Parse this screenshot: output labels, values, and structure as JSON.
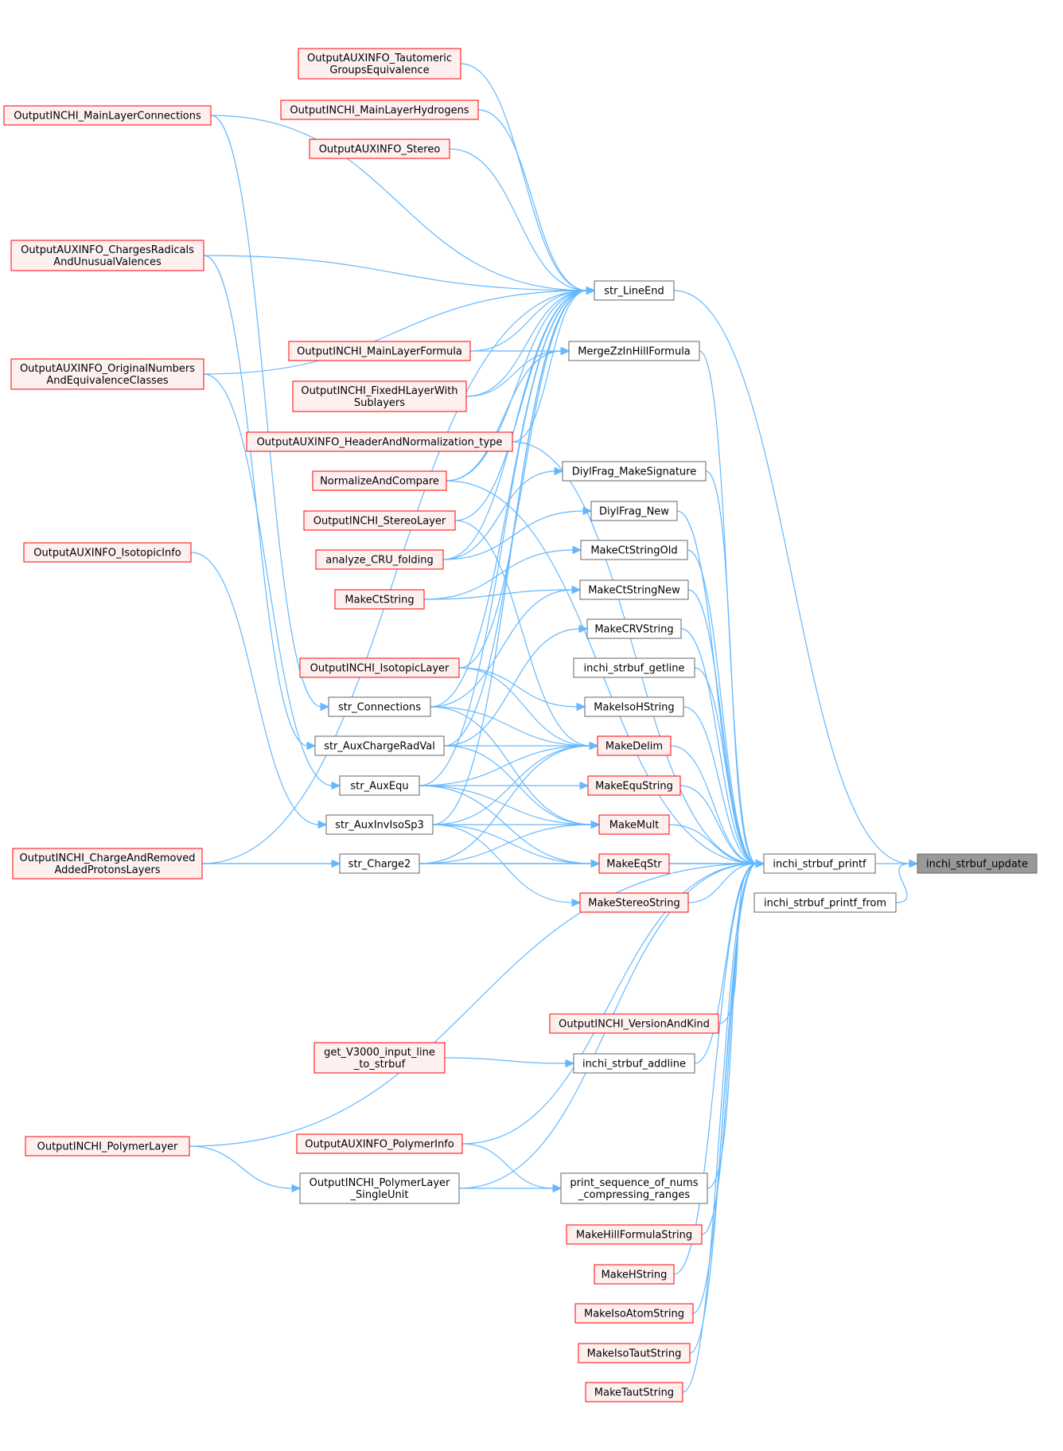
{
  "colors": {
    "edge": "#63b8ff",
    "node_default_stroke": "#666666",
    "node_default_fill": "#ffffff",
    "node_red_stroke": "#ff0000",
    "node_red_fill": "#fff0f0",
    "node_focus_fill": "#999999",
    "node_focus_stroke": "#666666"
  },
  "nodes": {
    "inchi_strbuf_update": {
      "lines": [
        "inchi_strbuf_update"
      ],
      "style": "focus"
    },
    "inchi_strbuf_printf": {
      "lines": [
        "inchi_strbuf_printf"
      ],
      "style": "default"
    },
    "inchi_strbuf_printf_from": {
      "lines": [
        "inchi_strbuf_printf_from"
      ],
      "style": "default"
    },
    "str_LineEnd": {
      "lines": [
        "str_LineEnd"
      ],
      "style": "default"
    },
    "MergeZzInHillFormula": {
      "lines": [
        "MergeZzInHillFormula"
      ],
      "style": "default"
    },
    "DiylFrag_MakeSignature": {
      "lines": [
        "DiylFrag_MakeSignature"
      ],
      "style": "default"
    },
    "DiylFrag_New": {
      "lines": [
        "DiylFrag_New"
      ],
      "style": "default"
    },
    "MakeCtStringOld": {
      "lines": [
        "MakeCtStringOld"
      ],
      "style": "default"
    },
    "MakeCtStringNew": {
      "lines": [
        "MakeCtStringNew"
      ],
      "style": "default"
    },
    "MakeCRVString": {
      "lines": [
        "MakeCRVString"
      ],
      "style": "default"
    },
    "inchi_strbuf_getline": {
      "lines": [
        "inchi_strbuf_getline"
      ],
      "style": "default"
    },
    "MakeIsoHString": {
      "lines": [
        "MakeIsoHString"
      ],
      "style": "default"
    },
    "MakeDelim": {
      "lines": [
        "MakeDelim"
      ],
      "style": "red"
    },
    "MakeEquString": {
      "lines": [
        "MakeEquString"
      ],
      "style": "red"
    },
    "MakeMult": {
      "lines": [
        "MakeMult"
      ],
      "style": "red"
    },
    "MakeEqStr": {
      "lines": [
        "MakeEqStr"
      ],
      "style": "red"
    },
    "MakeStereoString": {
      "lines": [
        "MakeStereoString"
      ],
      "style": "red"
    },
    "OutputINCHI_VersionAndKind": {
      "lines": [
        "OutputINCHI_VersionAndKind"
      ],
      "style": "red"
    },
    "inchi_strbuf_addline": {
      "lines": [
        "inchi_strbuf_addline"
      ],
      "style": "default"
    },
    "print_sequence": {
      "lines": [
        "print_sequence_of_nums",
        "_compressing_ranges"
      ],
      "style": "default"
    },
    "MakeHillFormulaString": {
      "lines": [
        "MakeHillFormulaString"
      ],
      "style": "red"
    },
    "MakeHString": {
      "lines": [
        "MakeHString"
      ],
      "style": "red"
    },
    "MakeIsoAtomString": {
      "lines": [
        "MakeIsoAtomString"
      ],
      "style": "red"
    },
    "MakeIsoTautString": {
      "lines": [
        "MakeIsoTautString"
      ],
      "style": "red"
    },
    "MakeTautString": {
      "lines": [
        "MakeTautString"
      ],
      "style": "red"
    },
    "OutputAUXINFO_TautomericGroupsEquivalence": {
      "lines": [
        "OutputAUXINFO_Tautomeric",
        "GroupsEquivalence"
      ],
      "style": "red"
    },
    "OutputINCHI_MainLayerHydrogens": {
      "lines": [
        "OutputINCHI_MainLayerHydrogens"
      ],
      "style": "red"
    },
    "OutputAUXINFO_Stereo": {
      "lines": [
        "OutputAUXINFO_Stereo"
      ],
      "style": "red"
    },
    "OutputINCHI_MainLayerFormula": {
      "lines": [
        "OutputINCHI_MainLayerFormula"
      ],
      "style": "red"
    },
    "OutputINCHI_FixedHLayerWithSublayers": {
      "lines": [
        "OutputINCHI_FixedHLayerWith",
        "Sublayers"
      ],
      "style": "red"
    },
    "OutputAUXINFO_HeaderAndNormalization_type": {
      "lines": [
        "OutputAUXINFO_HeaderAndNormalization_type"
      ],
      "style": "red"
    },
    "NormalizeAndCompare": {
      "lines": [
        "NormalizeAndCompare"
      ],
      "style": "red"
    },
    "OutputINCHI_StereoLayer": {
      "lines": [
        "OutputINCHI_StereoLayer"
      ],
      "style": "red"
    },
    "analyze_CRU_folding": {
      "lines": [
        "analyze_CRU_folding"
      ],
      "style": "red"
    },
    "MakeCtString": {
      "lines": [
        "MakeCtString"
      ],
      "style": "red"
    },
    "OutputINCHI_IsotopicLayer": {
      "lines": [
        "OutputINCHI_IsotopicLayer"
      ],
      "style": "red"
    },
    "str_Connections": {
      "lines": [
        "str_Connections"
      ],
      "style": "default"
    },
    "str_AuxChargeRadVal": {
      "lines": [
        "str_AuxChargeRadVal"
      ],
      "style": "default"
    },
    "str_AuxEqu": {
      "lines": [
        "str_AuxEqu"
      ],
      "style": "default"
    },
    "str_AuxInvIsoSp3": {
      "lines": [
        "str_AuxInvIsoSp3"
      ],
      "style": "default"
    },
    "str_Charge2": {
      "lines": [
        "str_Charge2"
      ],
      "style": "default"
    },
    "get_V3000_input_line_to_strbuf": {
      "lines": [
        "get_V3000_input_line",
        "_to_strbuf"
      ],
      "style": "red"
    },
    "OutputAUXINFO_PolymerInfo": {
      "lines": [
        "OutputAUXINFO_PolymerInfo"
      ],
      "style": "red"
    },
    "OutputINCHI_PolymerLayer_SingleUnit": {
      "lines": [
        "OutputINCHI_PolymerLayer",
        "_SingleUnit"
      ],
      "style": "default"
    },
    "OutputINCHI_MainLayerConnections": {
      "lines": [
        "OutputINCHI_MainLayerConnections"
      ],
      "style": "red"
    },
    "OutputAUXINFO_ChargesRadicalsAndUnusualValences": {
      "lines": [
        "OutputAUXINFO_ChargesRadicals",
        "AndUnusualValences"
      ],
      "style": "red"
    },
    "OutputAUXINFO_OriginalNumbersAndEquivalenceClasses": {
      "lines": [
        "OutputAUXINFO_OriginalNumbers",
        "AndEquivalenceClasses"
      ],
      "style": "red"
    },
    "OutputAUXINFO_IsotopicInfo": {
      "lines": [
        "OutputAUXINFO_IsotopicInfo"
      ],
      "style": "red"
    },
    "OutputINCHI_ChargeAndRemovedAddedProtonsLayers": {
      "lines": [
        "OutputINCHI_ChargeAndRemoved",
        "AddedProtonsLayers"
      ],
      "style": "red"
    },
    "OutputINCHI_PolymerLayer": {
      "lines": [
        "OutputINCHI_PolymerLayer"
      ],
      "style": "red"
    }
  },
  "edges": [
    [
      "inchi_strbuf_printf",
      "inchi_strbuf_update"
    ],
    [
      "inchi_strbuf_printf_from",
      "inchi_strbuf_update"
    ],
    [
      "str_LineEnd",
      "inchi_strbuf_update"
    ],
    [
      "MergeZzInHillFormula",
      "inchi_strbuf_printf"
    ],
    [
      "DiylFrag_MakeSignature",
      "inchi_strbuf_printf"
    ],
    [
      "DiylFrag_New",
      "inchi_strbuf_printf"
    ],
    [
      "MakeCtStringOld",
      "inchi_strbuf_printf"
    ],
    [
      "MakeCtStringNew",
      "inchi_strbuf_printf"
    ],
    [
      "MakeCRVString",
      "inchi_strbuf_printf"
    ],
    [
      "inchi_strbuf_getline",
      "inchi_strbuf_printf"
    ],
    [
      "MakeIsoHString",
      "inchi_strbuf_printf"
    ],
    [
      "MakeDelim",
      "inchi_strbuf_printf"
    ],
    [
      "MakeEquString",
      "inchi_strbuf_printf"
    ],
    [
      "MakeMult",
      "inchi_strbuf_printf"
    ],
    [
      "MakeEqStr",
      "inchi_strbuf_printf"
    ],
    [
      "MakeStereoString",
      "inchi_strbuf_printf"
    ],
    [
      "OutputINCHI_VersionAndKind",
      "inchi_strbuf_printf"
    ],
    [
      "inchi_strbuf_addline",
      "inchi_strbuf_printf"
    ],
    [
      "print_sequence",
      "inchi_strbuf_printf"
    ],
    [
      "MakeHillFormulaString",
      "inchi_strbuf_printf"
    ],
    [
      "MakeHString",
      "inchi_strbuf_printf"
    ],
    [
      "MakeIsoAtomString",
      "inchi_strbuf_printf"
    ],
    [
      "MakeIsoTautString",
      "inchi_strbuf_printf"
    ],
    [
      "MakeTautString",
      "inchi_strbuf_printf"
    ],
    [
      "OutputAUXINFO_HeaderAndNormalization_type",
      "inchi_strbuf_printf"
    ],
    [
      "NormalizeAndCompare",
      "inchi_strbuf_printf"
    ],
    [
      "str_Charge2",
      "inchi_strbuf_printf"
    ],
    [
      "OutputINCHI_ChargeAndRemovedAddedProtonsLayers",
      "inchi_strbuf_printf"
    ],
    [
      "OutputINCHI_PolymerLayer",
      "inchi_strbuf_printf"
    ],
    [
      "OutputAUXINFO_PolymerInfo",
      "inchi_strbuf_printf"
    ],
    [
      "OutputINCHI_PolymerLayer_SingleUnit",
      "inchi_strbuf_printf"
    ],
    [
      "OutputAUXINFO_TautomericGroupsEquivalence",
      "str_LineEnd"
    ],
    [
      "OutputINCHI_MainLayerHydrogens",
      "str_LineEnd"
    ],
    [
      "OutputAUXINFO_Stereo",
      "str_LineEnd"
    ],
    [
      "OutputINCHI_MainLayerFormula",
      "str_LineEnd"
    ],
    [
      "OutputINCHI_FixedHLayerWithSublayers",
      "str_LineEnd"
    ],
    [
      "OutputAUXINFO_HeaderAndNormalization_type",
      "str_LineEnd"
    ],
    [
      "NormalizeAndCompare",
      "str_LineEnd"
    ],
    [
      "OutputINCHI_StereoLayer",
      "str_LineEnd"
    ],
    [
      "analyze_CRU_folding",
      "str_LineEnd"
    ],
    [
      "OutputINCHI_IsotopicLayer",
      "str_LineEnd"
    ],
    [
      "str_Connections",
      "str_LineEnd"
    ],
    [
      "str_AuxChargeRadVal",
      "str_LineEnd"
    ],
    [
      "str_AuxEqu",
      "str_LineEnd"
    ],
    [
      "str_AuxInvIsoSp3",
      "str_LineEnd"
    ],
    [
      "OutputINCHI_MainLayerConnections",
      "str_LineEnd"
    ],
    [
      "OutputAUXINFO_ChargesRadicalsAndUnusualValences",
      "str_LineEnd"
    ],
    [
      "OutputAUXINFO_OriginalNumbersAndEquivalenceClasses",
      "str_LineEnd"
    ],
    [
      "OutputINCHI_ChargeAndRemovedAddedProtonsLayers",
      "str_LineEnd"
    ],
    [
      "OutputINCHI_MainLayerFormula",
      "MergeZzInHillFormula"
    ],
    [
      "OutputINCHI_FixedHLayerWithSublayers",
      "MergeZzInHillFormula"
    ],
    [
      "NormalizeAndCompare",
      "MergeZzInHillFormula"
    ],
    [
      "analyze_CRU_folding",
      "DiylFrag_MakeSignature"
    ],
    [
      "analyze_CRU_folding",
      "DiylFrag_New"
    ],
    [
      "MakeCtString",
      "MakeCtStringOld"
    ],
    [
      "MakeCtString",
      "MakeCtStringNew"
    ],
    [
      "str_Connections",
      "MakeCtStringNew"
    ],
    [
      "str_AuxChargeRadVal",
      "MakeCRVString"
    ],
    [
      "OutputINCHI_IsotopicLayer",
      "MakeIsoHString"
    ],
    [
      "OutputINCHI_StereoLayer",
      "MakeDelim"
    ],
    [
      "OutputINCHI_IsotopicLayer",
      "MakeDelim"
    ],
    [
      "str_Connections",
      "MakeDelim"
    ],
    [
      "str_AuxChargeRadVal",
      "MakeDelim"
    ],
    [
      "str_AuxEqu",
      "MakeDelim"
    ],
    [
      "str_AuxInvIsoSp3",
      "MakeDelim"
    ],
    [
      "str_Charge2",
      "MakeDelim"
    ],
    [
      "str_AuxEqu",
      "MakeEquString"
    ],
    [
      "str_Connections",
      "MakeMult"
    ],
    [
      "str_AuxChargeRadVal",
      "MakeMult"
    ],
    [
      "str_AuxEqu",
      "MakeMult"
    ],
    [
      "str_AuxInvIsoSp3",
      "MakeMult"
    ],
    [
      "str_Charge2",
      "MakeMult"
    ],
    [
      "str_AuxEqu",
      "MakeEqStr"
    ],
    [
      "str_AuxInvIsoSp3",
      "MakeEqStr"
    ],
    [
      "str_Charge2",
      "MakeEqStr"
    ],
    [
      "str_AuxInvIsoSp3",
      "MakeStereoString"
    ],
    [
      "OutputINCHI_MainLayerConnections",
      "str_Connections"
    ],
    [
      "OutputAUXINFO_ChargesRadicalsAndUnusualValences",
      "str_AuxChargeRadVal"
    ],
    [
      "OutputAUXINFO_OriginalNumbersAndEquivalenceClasses",
      "str_AuxEqu"
    ],
    [
      "OutputAUXINFO_IsotopicInfo",
      "str_AuxInvIsoSp3"
    ],
    [
      "OutputINCHI_ChargeAndRemovedAddedProtonsLayers",
      "str_Charge2"
    ],
    [
      "get_V3000_input_line_to_strbuf",
      "inchi_strbuf_addline"
    ],
    [
      "OutputAUXINFO_PolymerInfo",
      "print_sequence"
    ],
    [
      "OutputINCHI_PolymerLayer_SingleUnit",
      "print_sequence"
    ],
    [
      "OutputINCHI_PolymerLayer",
      "OutputINCHI_PolymerLayer_SingleUnit"
    ]
  ]
}
